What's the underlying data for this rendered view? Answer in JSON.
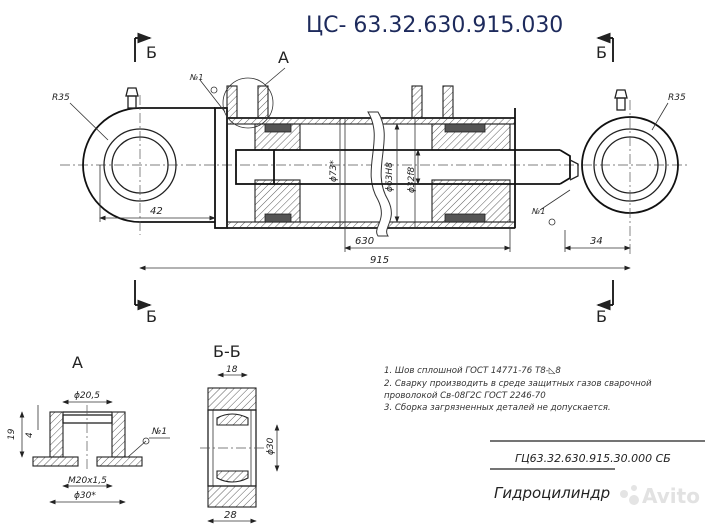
{
  "title": "ЦС- 63.32.630.915.030",
  "section_marks": {
    "section_letter": "Б",
    "detail_letter": "A"
  },
  "main_view": {
    "radius_left": "R35",
    "radius_right": "R35",
    "weld_mark_top": "№1",
    "weld_mark_right": "№1",
    "dim_42": "42",
    "dim_630": "630",
    "dim_915": "915",
    "dim_34": "34",
    "dia_73": "ϕ73*",
    "dia_63": "ϕ63H8",
    "dia_32": "ϕ32f8"
  },
  "detail_a": {
    "label": "A",
    "dia_20_5": "ϕ20,5",
    "thread": "M20x1,5",
    "dia_30": "ϕ30*",
    "height_19": "19",
    "height_4": "4",
    "weld_mark": "№1"
  },
  "section_bb": {
    "label": "Б-Б",
    "dim_18": "18",
    "dim_28": "28",
    "dia_30": "ϕ30"
  },
  "notes": [
    "1. Шов сплошной ГОСТ 14771-76 Т8-◺8",
    "2. Сварку производить в среде защитных газов сварочной",
    "проволокой Св-08Г2С ГОСТ 2246-70",
    "3. Сборка загрязненных деталей не допускается."
  ],
  "stamp": {
    "designation": "ГЦ63.32.630.915.30.000 СБ",
    "name": "Гидроцилиндр"
  },
  "watermark": "Avito"
}
